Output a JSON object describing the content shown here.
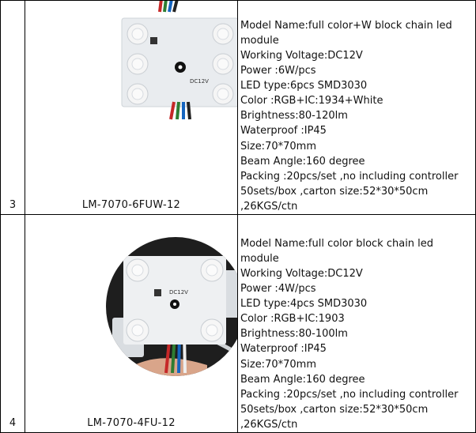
{
  "rows": [
    {
      "index": "3",
      "model_code": "LM-7070-6FUW-12",
      "board_marking": "DC12V",
      "product_image": "led-module-6-leds-photo",
      "lines": [
        "Model Name:full color+W block chain led",
        "module",
        "Working Voltage:DC12V",
        "Power :6W/pcs",
        "LED type:6pcs SMD3030",
        "Color :RGB+IC:1934+White",
        "Brightness:80-120lm",
        "Waterproof :IP45",
        "Size:70*70mm",
        "Beam Angle:160 degree",
        "Packing :20pcs/set ,no including controller",
        "50sets/box ,carton size:52*30*50cm",
        ",26KGS/ctn"
      ]
    },
    {
      "index": "4",
      "model_code": "LM-7070-4FU-12",
      "board_marking": "DC12V",
      "product_image": "led-module-4-leds-photo",
      "lines": [
        "Model Name:full color block chain led",
        "module",
        "Working Voltage:DC12V",
        "Power :4W/pcs",
        "LED type:4pcs SMD3030",
        "Color :RGB+IC:1903",
        "Brightness:80-100lm",
        "Waterproof :IP45",
        "Size:70*70mm",
        "Beam Angle:160 degree",
        "Packing :20pcs/set ,no including controller",
        "50sets/box ,carton size:52*30*50cm",
        ",26KGS/ctn"
      ]
    }
  ]
}
